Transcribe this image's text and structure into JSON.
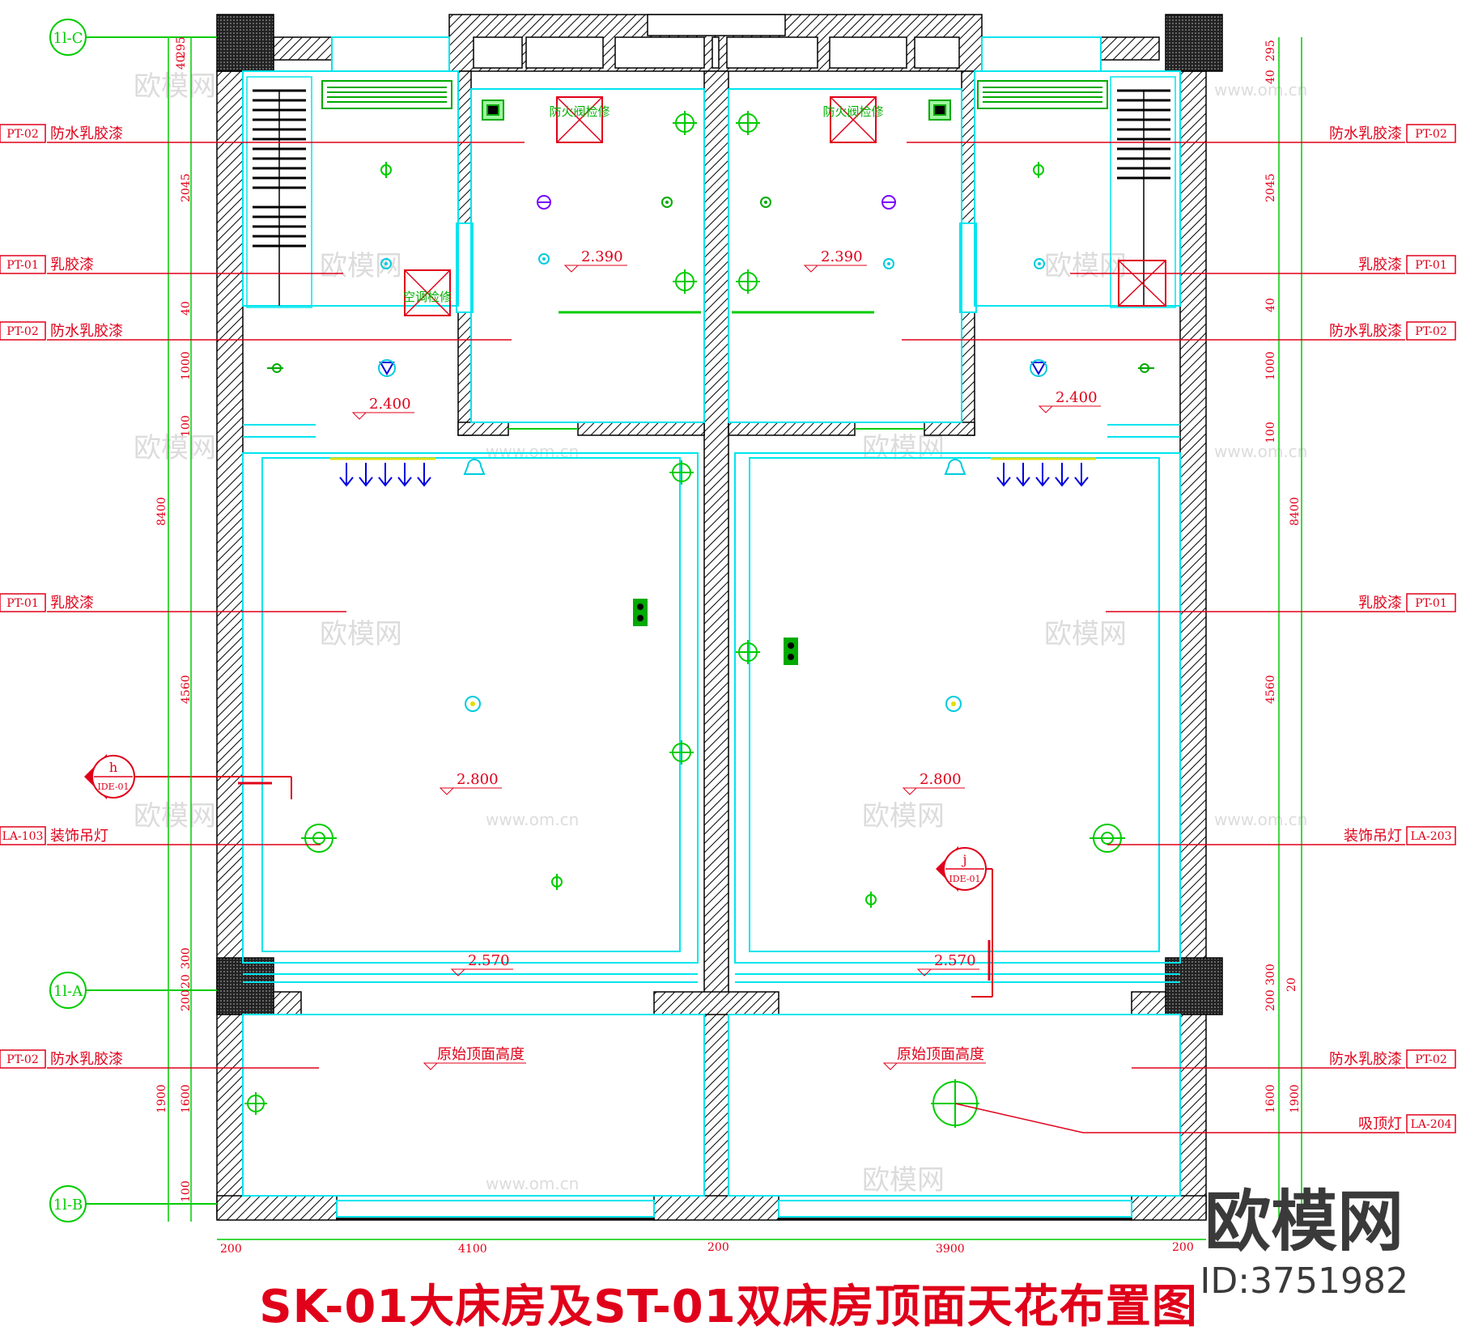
{
  "title": "SK-01大床房及ST-01双床房顶面天花布置图",
  "brand": {
    "name": "欧模网",
    "id": "ID:3751982"
  },
  "watermarks": [
    "欧模网",
    "www.om.cn"
  ],
  "grid": {
    "top": "1l-C",
    "middle": "1l-A",
    "bottom": "1l-B"
  },
  "left_tags": [
    {
      "code": "PT-02",
      "desc": "防水乳胶漆"
    },
    {
      "code": "PT-01",
      "desc": "乳胶漆"
    },
    {
      "code": "PT-02",
      "desc": "防水乳胶漆"
    },
    {
      "code": "PT-01",
      "desc": "乳胶漆"
    },
    {
      "code": "LA-103",
      "desc": "装饰吊灯"
    },
    {
      "code": "PT-02",
      "desc": "防水乳胶漆"
    }
  ],
  "right_tags": [
    {
      "code": "PT-02",
      "desc": "防水乳胶漆"
    },
    {
      "code": "PT-01",
      "desc": "乳胶漆"
    },
    {
      "code": "PT-02",
      "desc": "防水乳胶漆"
    },
    {
      "code": "PT-01",
      "desc": "乳胶漆"
    },
    {
      "code": "LA-203",
      "desc": "装饰吊灯"
    },
    {
      "code": "PT-02",
      "desc": "防水乳胶漆"
    },
    {
      "code": "LA-204",
      "desc": "吸顶灯"
    }
  ],
  "levels": {
    "bath_left": "2.390",
    "bath_right": "2.390",
    "corridor_left": "2.400",
    "corridor_right": "2.400",
    "room_left": "2.800",
    "room_right": "2.800",
    "window_left": "2.570",
    "window_right": "2.570",
    "orig_left": "原始顶面高度",
    "orig_right": "原始顶面高度"
  },
  "boxes": {
    "fire": "防火阀检修",
    "ac": "空调检修"
  },
  "sections": [
    {
      "letter": "h",
      "ref": "IDE-01"
    },
    {
      "letter": "j",
      "ref": "IDE-01"
    }
  ],
  "dims_left": {
    "a": [
      "40",
      "295"
    ],
    "b": "2045",
    "c": "40",
    "d": "1000",
    "e": "100",
    "total": "8400",
    "f": "4560",
    "g": [
      "20",
      "300"
    ],
    "h": "200",
    "i": "1900",
    "j": "1600",
    "k": "100"
  },
  "dims_right": {
    "a": [
      "295",
      "40"
    ],
    "b": "2045",
    "c": "40",
    "d": "1000",
    "e": "100",
    "total": "8400",
    "f": "4560",
    "g": [
      "300",
      "20"
    ],
    "h": "200",
    "i": [
      "1600",
      "1900"
    ]
  },
  "dims_bottom": [
    "200",
    "4100",
    "200",
    "3900",
    "200"
  ],
  "colors": {
    "wall": "#000000",
    "ceiling": "#00ffff",
    "light": "#00cc00",
    "tag": "#e0001a",
    "purple": "#7a00ff",
    "blue": "#0000e0",
    "yellow": "#e0e000"
  }
}
